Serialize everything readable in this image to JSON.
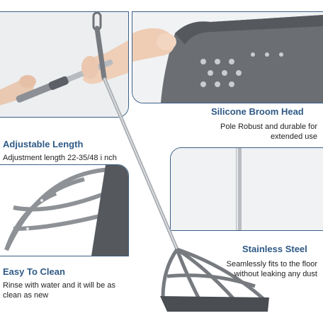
{
  "features": {
    "silicone": {
      "heading": "Silicone Broom Head",
      "line1": "Pole Robust and durable for",
      "line2": "extended use"
    },
    "adjustable": {
      "heading": "Adjustable Length",
      "desc": "Adjustment length 22-35/48 i nch"
    },
    "steel": {
      "heading": "Stainless Steel",
      "line1": "Seamlessly fits to the floor",
      "line2": "without leaking any dust"
    },
    "clean": {
      "heading": "Easy To Clean",
      "line1": "Rinse with water and it will be as",
      "line2": "clean as new"
    }
  },
  "colors": {
    "heading": "#2f5a86",
    "panel_border": "#3a5f86",
    "broom_gray": "#6f7378",
    "blade_dark": "#4a4d52"
  },
  "icons": [
    "hand-photo",
    "pole-photo",
    "broom-head-photo",
    "broom-product"
  ]
}
